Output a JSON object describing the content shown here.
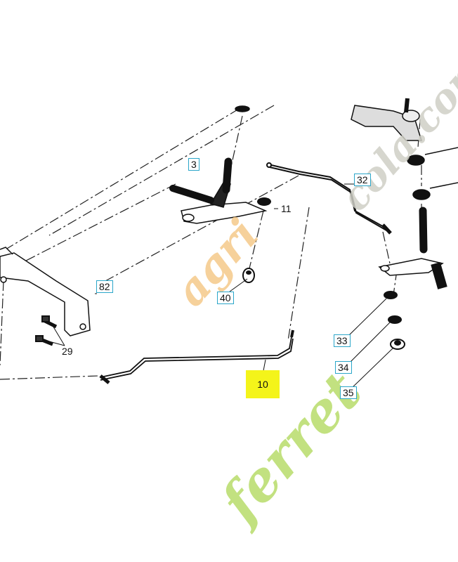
{
  "labels": {
    "p3": "3",
    "p11": "11",
    "p32": "32",
    "p82": "82",
    "p40": "40",
    "p29": "29",
    "p10": "10",
    "p33": "33",
    "p34": "34",
    "p35": "35"
  },
  "watermark": {
    "text_left": "ferret",
    "text_right": "agricola.com",
    "colors": {
      "green": "#b8dc6a",
      "orange": "#f4c27a",
      "gray": "#cfcfc6"
    }
  },
  "highlight_color": "#f4f41a"
}
